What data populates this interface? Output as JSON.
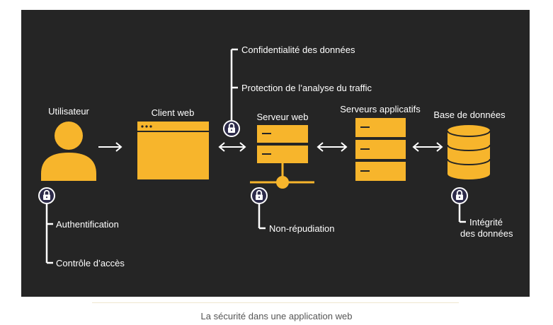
{
  "colors": {
    "panel": "#252525",
    "accent": "#f7b52c",
    "line": "#ffffff",
    "lock_bg": "#2d2b4a"
  },
  "nodes": {
    "user": {
      "label": "Utilisateur",
      "icon": "user-icon"
    },
    "client": {
      "label": "Client web",
      "icon": "browser-window-icon"
    },
    "webserver": {
      "label": "Serveur web",
      "icon": "server-icon"
    },
    "appservers": {
      "label": "Serveurs applicatifs",
      "icon": "server-stack-icon"
    },
    "database": {
      "label": "Base de données",
      "icon": "database-icon"
    }
  },
  "annotations": {
    "auth": "Authentification",
    "access": "Contrôle d’accès",
    "confidentiality": "Confidentialité des données",
    "traffic": "Protection de l’analyse du traffic",
    "nonrepudiation": "Non-répudiation",
    "integrity_line1": "Intégrité",
    "integrity_line2": "des données"
  },
  "caption": "La sécurité dans une application web"
}
